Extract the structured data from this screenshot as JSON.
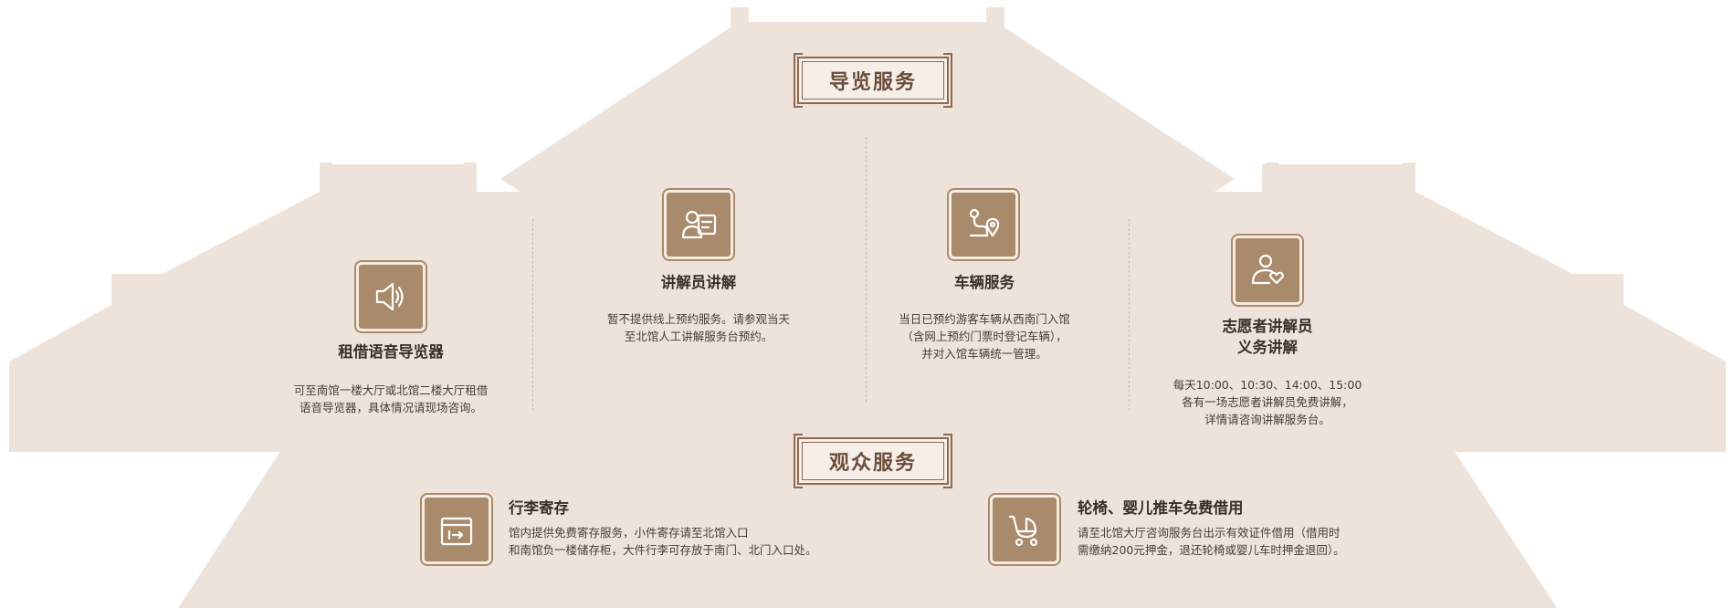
{
  "colors": {
    "page_bg": "#ffffff",
    "building": "#ede3da",
    "accent": "#a98a6b",
    "title_border": "#8b6a52",
    "text": "#3a2f27"
  },
  "sections": {
    "guide": {
      "title": "导览服务"
    },
    "visitor": {
      "title": "观众服务"
    }
  },
  "services": {
    "audio_guide": {
      "icon": "speaker-icon",
      "title": "租借语音导览器",
      "desc": [
        "可至南馆一楼大厅或北馆二楼大厅租借",
        "语音导览器，具体情况请现场咨询。"
      ]
    },
    "docent": {
      "icon": "guide-person-icon",
      "title": "讲解员讲解",
      "desc": [
        "暂不提供线上预约服务。请参观当天",
        "至北馆人工讲解服务台预约。"
      ]
    },
    "vehicle": {
      "icon": "route-pin-icon",
      "title": "车辆服务",
      "desc": [
        "当日已预约游客车辆从西南门入馆",
        "（含网上预约门票时登记车辆），",
        "并对入馆车辆统一管理。"
      ]
    },
    "volunteer": {
      "icon": "volunteer-heart-icon",
      "title_lines": [
        "志愿者讲解员",
        "义务讲解"
      ],
      "desc": [
        "每天10:00、10:30、14:00、15:00",
        "各有一场志愿者讲解员免费讲解，",
        "详情请咨询讲解服务台。"
      ]
    },
    "luggage": {
      "icon": "locker-icon",
      "title": "行李寄存",
      "desc": [
        "馆内提供免费寄存服务，小件寄存请至北馆入口",
        "和南馆负一楼储存柜，大件行李可存放于南门、北门入口处。"
      ]
    },
    "wheelchair": {
      "icon": "stroller-icon",
      "title": "轮椅、婴儿推车免费借用",
      "desc": [
        "请至北馆大厅咨询服务台出示有效证件借用（借用时",
        "需缴纳200元押金，退还轮椅或婴儿车时押金退回）。"
      ]
    }
  }
}
